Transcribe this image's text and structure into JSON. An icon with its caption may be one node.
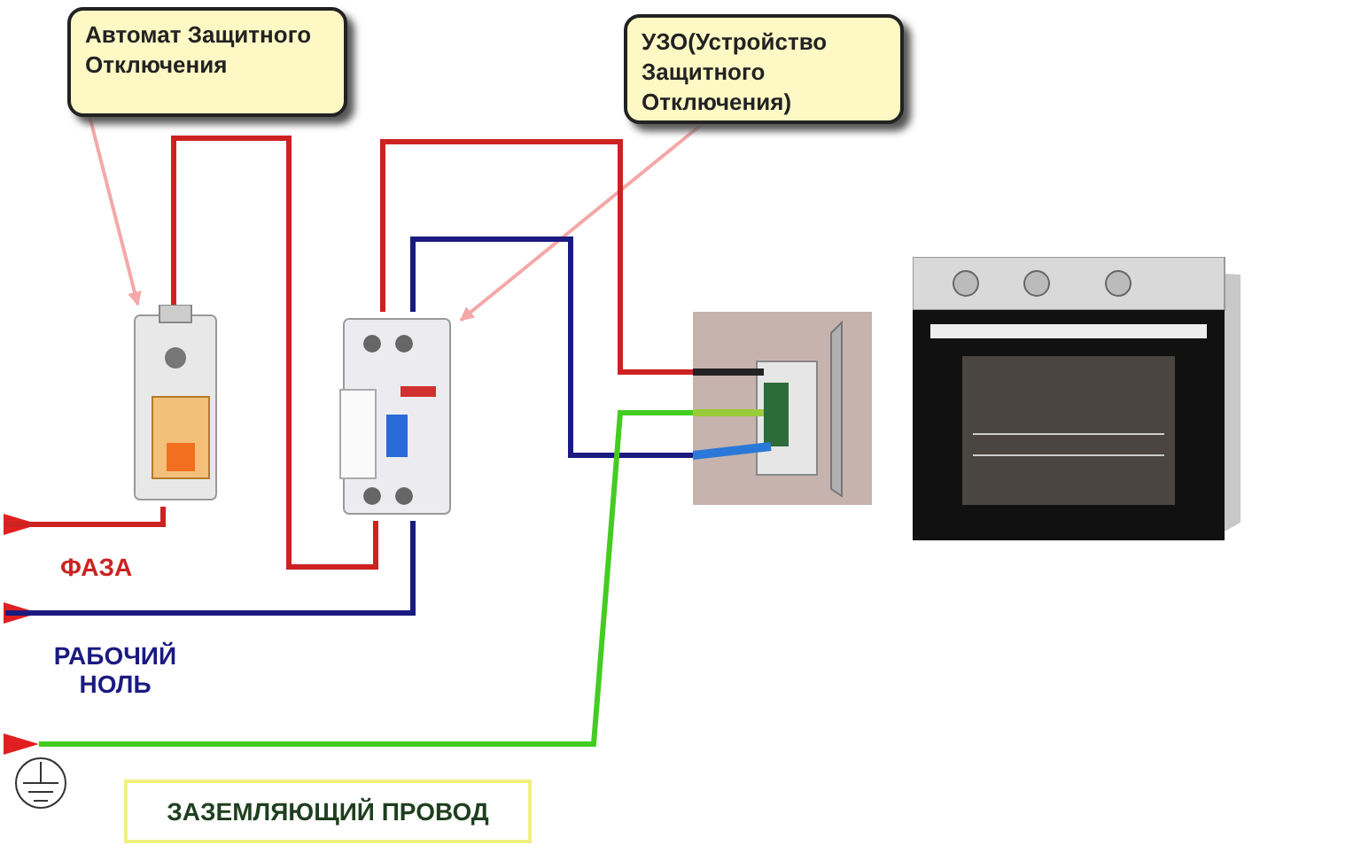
{
  "diagram": {
    "nodes": [
      {
        "text": [
          "Автомат Защитного Отключения"
        ]
      },
      {
        "text": [
          "УЗО(Устройство Защитного Отключения)"
        ]
      },
      {
        "text": [],
        "shape": "picture"
      },
      {
        "text": [],
        "shape": "picture"
      },
      {
        "text": [],
        "shape": "picture"
      },
      {
        "text": [],
        "shape": "picture"
      },
      {
        "text": [
          "ЗАЗЕМЛЯЮЩИЙ ПРОВОД"
        ]
      },
      {
        "text": [],
        "shape": "picture"
      }
    ],
    "edges": [
      {
        "from": 0,
        "to": 2,
        "arrow": "to",
        "color": "#f4a8a8"
      },
      {
        "from": 1,
        "to": 3,
        "arrow": "to",
        "color": "#f4a8a8"
      },
      {
        "from": null,
        "to": 2,
        "arrow": "to",
        "color": "#cc2222"
      },
      {
        "from": 2,
        "to": 3,
        "arrow": "none",
        "color": "#cc2222"
      },
      {
        "from": 3,
        "to": 4,
        "arrow": "none",
        "color": "#cc2222"
      },
      {
        "from": null,
        "to": 3,
        "arrow": "to",
        "color": "#1a1a80"
      },
      {
        "from": 3,
        "to": 4,
        "arrow": "none",
        "color": "#1a1a80"
      },
      {
        "from": 7,
        "to": 4,
        "arrow": "to",
        "color": "#44cc22"
      }
    ],
    "labels": [
      "ФАЗА",
      "РАБОЧИЙ НОЛЬ"
    ]
  }
}
